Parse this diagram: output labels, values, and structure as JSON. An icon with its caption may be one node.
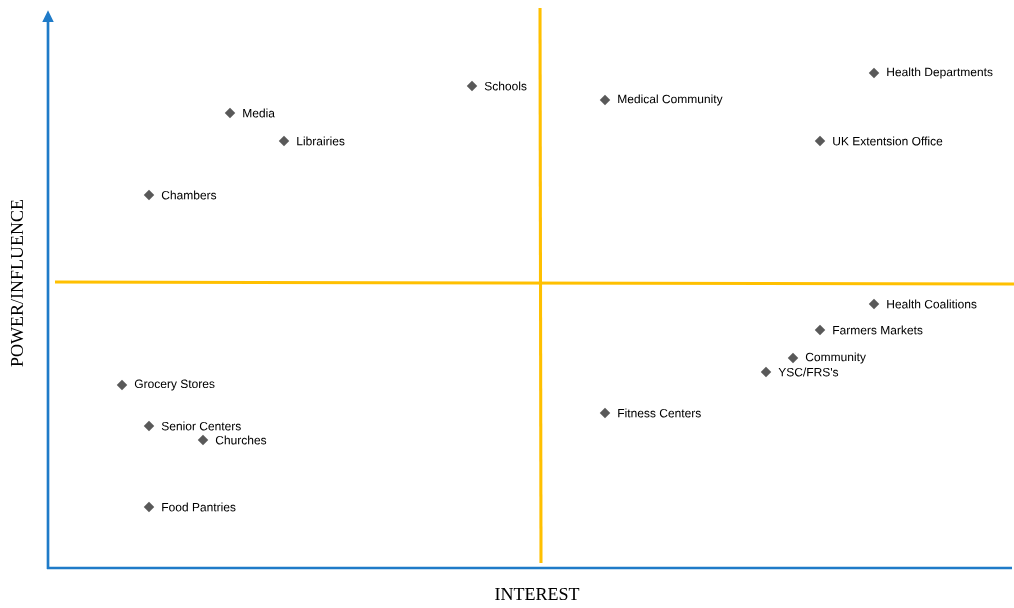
{
  "diagram": {
    "labels": [
      "Health Departments",
      "Schools",
      "Medical Community",
      "Media",
      "Librairies",
      "UK Extentsion Office",
      "Chambers",
      "Health Coalitions",
      "Farmers Markets",
      "Community",
      "YSC/FRS's",
      "Grocery Stores",
      "Fitness Centers",
      "Senior Centers",
      "Churches",
      "Food Pantries",
      "POWER/INFLUENCE",
      "INTEREST"
    ]
  }
}
